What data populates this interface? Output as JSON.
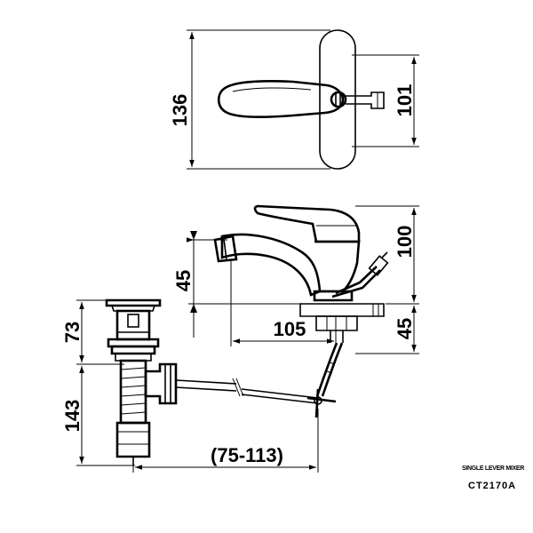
{
  "dimensions": {
    "top_height": "136",
    "top_lever": "101",
    "spout_height": "45",
    "tap_height": "100",
    "reach": "105",
    "deck_below": "45",
    "waste_top": "73",
    "waste_bottom": "143",
    "trap_span": "(75-113)"
  },
  "title_block": {
    "subtitle": "SINGLE LEVER MIXER",
    "model": "CT2170A"
  }
}
